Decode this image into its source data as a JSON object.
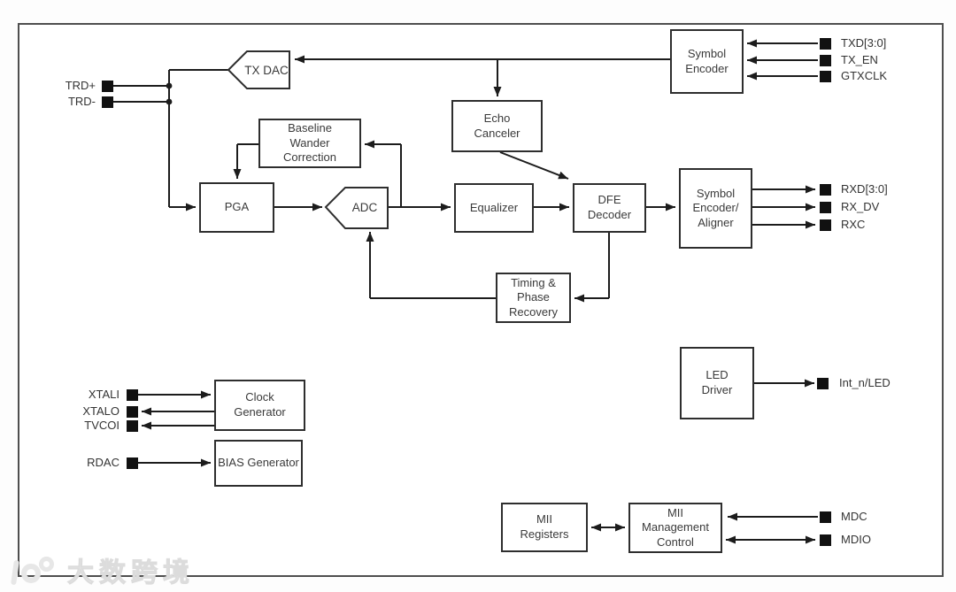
{
  "blocks": {
    "symbol_encoder": "Symbol\nEncoder",
    "tx_dac": "TX DAC",
    "echo_canceler": "Echo\nCanceler",
    "baseline_wander_correction": "Baseline\nWander\nCorrection",
    "pga": "PGA",
    "adc": "ADC",
    "equalizer": "Equalizer",
    "dfe_decoder": "DFE\nDecoder",
    "symbol_encoder_aligner": "Symbol\nEncoder/\nAligner",
    "timing_phase_recovery": "Timing &\nPhase\nRecovery",
    "led_driver": "LED\nDriver",
    "clock_generator": "Clock\nGenerator",
    "bias_generator": "BIAS Generator",
    "mii_registers": "MII\nRegisters",
    "mii_management_control": "MII\nManagement\nControl"
  },
  "pins": {
    "trd_plus": "TRD+",
    "trd_minus": "TRD-",
    "txd": "TXD[3:0]",
    "tx_en": "TX_EN",
    "gtxclk": "GTXCLK",
    "rxd": "RXD[3:0]",
    "rx_dv": "RX_DV",
    "rxc": "RXC",
    "int_n_led": "Int_n/LED",
    "xtali": "XTALI",
    "xtalo": "XTALO",
    "tvcoi": "TVCOI",
    "rdac": "RDAC",
    "mdc": "MDC",
    "mdio": "MDIO"
  },
  "watermark": {
    "text": "大数跨境"
  },
  "colors": {
    "wire": "#1c1c1c",
    "box_border": "#2e2e2e",
    "text": "#3a3a3a",
    "frame": "#4f4f4f",
    "pad": "#111111",
    "background": "#ffffff"
  }
}
